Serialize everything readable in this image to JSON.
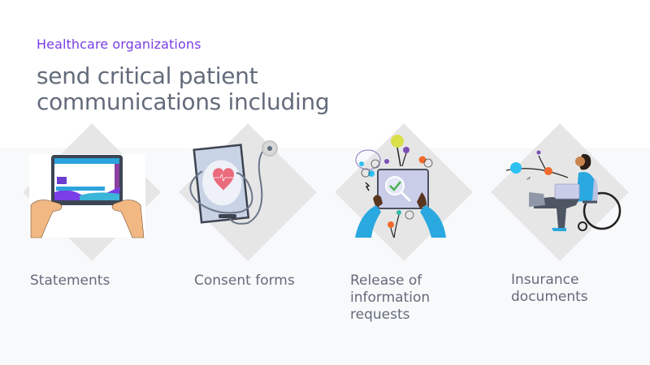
{
  "header": {
    "eyebrow": "Healthcare organizations",
    "headline": "send critical patient communications including"
  },
  "cards": [
    {
      "label": "Statements",
      "icon": "tablet-statement-illustration"
    },
    {
      "label": "Consent forms",
      "icon": "tablet-stethoscope-heart-illustration"
    },
    {
      "label": "Release of information requests",
      "icon": "tablet-magnifier-check-illustration"
    },
    {
      "label": "Insurance documents",
      "icon": "wheelchair-laptop-person-illustration"
    }
  ],
  "colors": {
    "accent": "#7a3ee6",
    "text": "#636b7b",
    "band": "#f8f9fb",
    "diamond": "#e6e6e6"
  }
}
